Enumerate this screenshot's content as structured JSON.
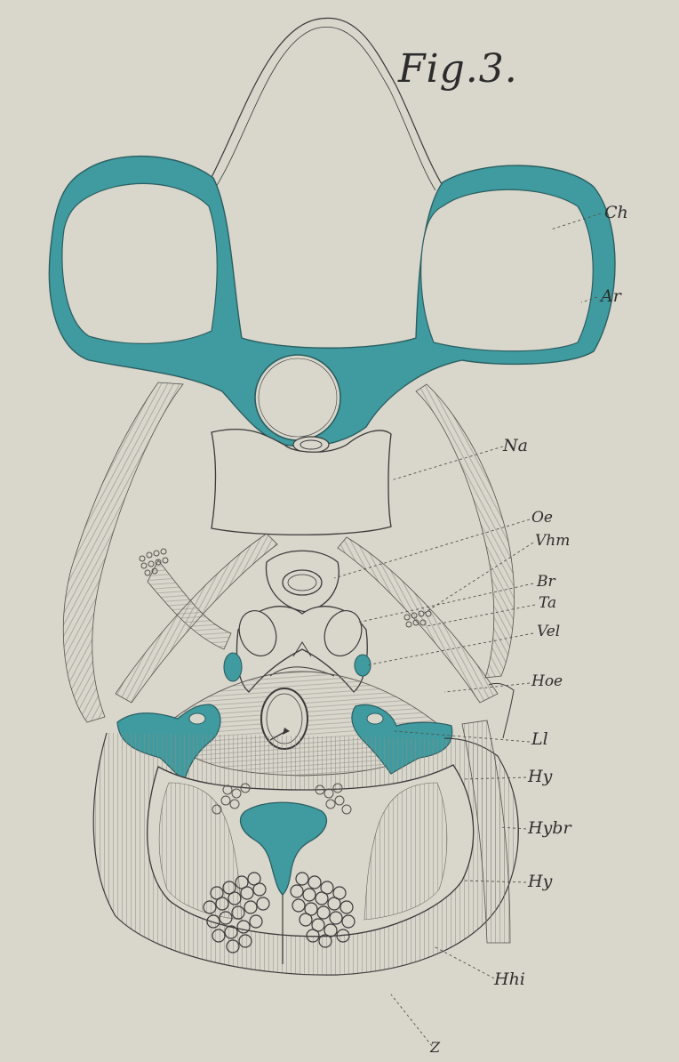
{
  "figure": {
    "title": "Fig.3.",
    "colors": {
      "paper": "#d9d6cc",
      "cartilage": "#3f9b9f",
      "ink": "#3a3a3a",
      "muscle_fibre": "#8f8c86"
    },
    "labels": {
      "ch": "Ch",
      "ar": "Ar",
      "na": "Na",
      "oe": "Oe",
      "vhm": "Vhm",
      "br": "Br",
      "ta": "Ta",
      "vel": "Vel",
      "hoe": "Hoe",
      "ll": "Ll",
      "hy_upper": "Hy",
      "hybr": "Hybr",
      "hy_lower": "Hy",
      "hhi": "Hhi",
      "z": "Z"
    }
  }
}
